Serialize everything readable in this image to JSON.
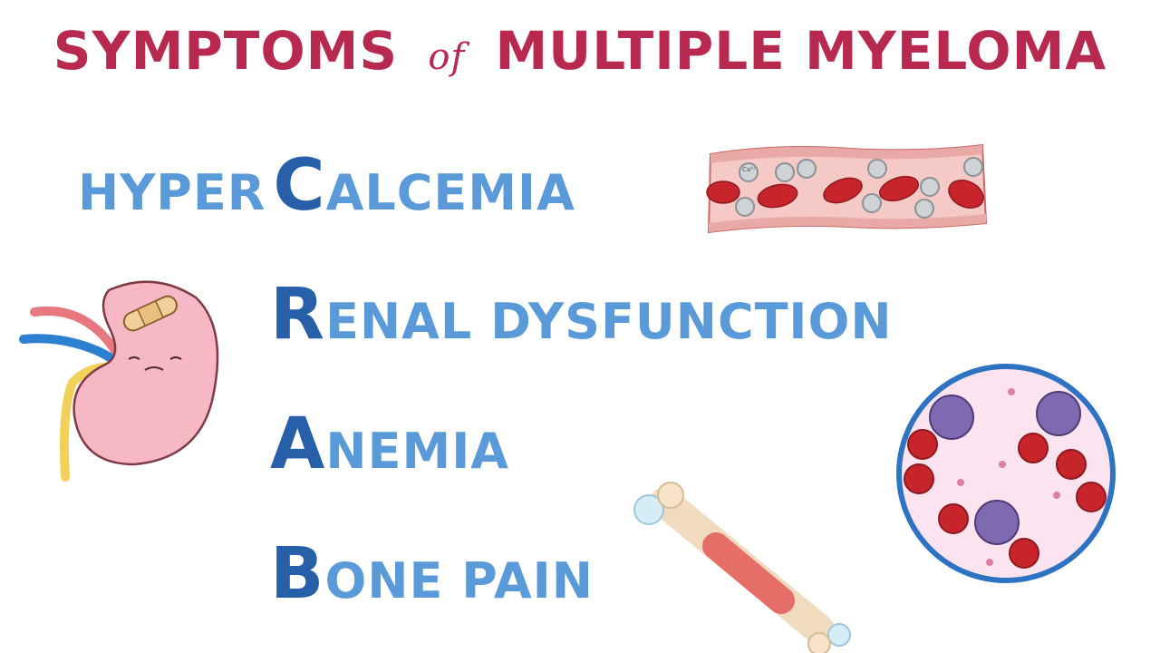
{
  "title": {
    "part1": "SYMPTOMS",
    "part2": "of",
    "part3": "MULTIPLE MYELOMA"
  },
  "crab": [
    {
      "prefix": "HYPER",
      "letter": "C",
      "rest": "ALCEMIA"
    },
    {
      "prefix": "",
      "letter": "R",
      "rest": "ENAL DYSFUNCTION"
    },
    {
      "prefix": "",
      "letter": "A",
      "rest": "NEMIA"
    },
    {
      "prefix": "",
      "letter": "B",
      "rest": "ONE PAIN"
    }
  ],
  "illustrations": {
    "calcium_label": "Ca²⁺"
  },
  "colors": {
    "title": "#b8294f",
    "accent_dark_blue": "#2760a8",
    "accent_light_blue": "#5a9ad8"
  }
}
